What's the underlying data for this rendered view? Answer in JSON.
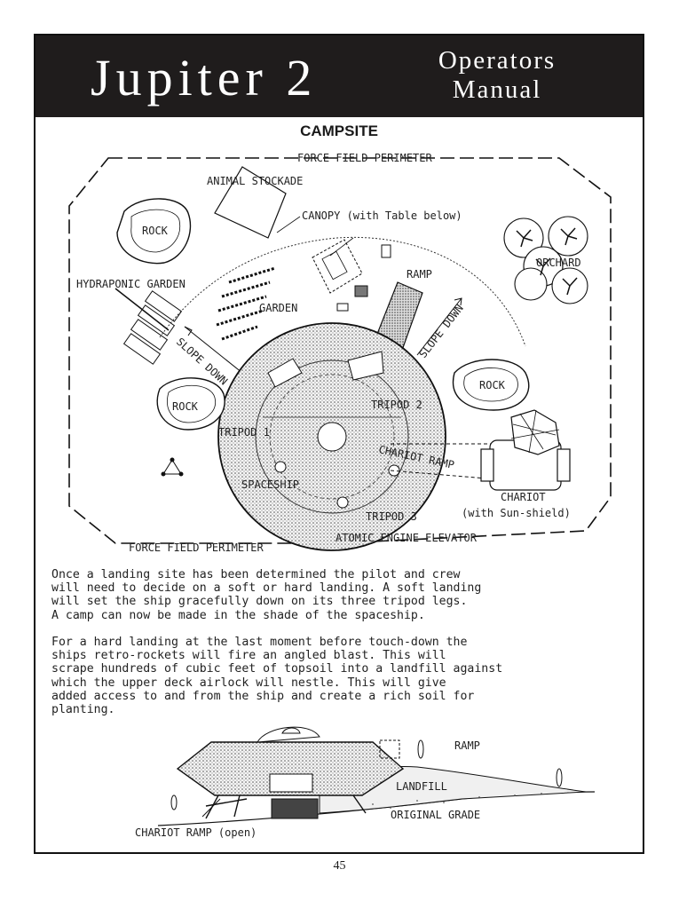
{
  "header": {
    "title": "Jupiter 2",
    "subtitle_line1": "Operators",
    "subtitle_line2": "Manual"
  },
  "section": {
    "title": "CAMPSITE"
  },
  "diagram_labels": {
    "force_field_top": "FORCE FIELD PERIMETER",
    "animal_stockade": "ANIMAL STOCKADE",
    "rock_left_top": "ROCK",
    "canopy": "CANOPY (with Table below)",
    "orchard": "ORCHARD",
    "ramp": "RAMP",
    "hydraponic_garden": "HYDRAPONIC GARDEN",
    "garden": "GARDEN",
    "slope_down_left": "SLOPE DOWN",
    "slope_down_right": "SLOPE DOWN",
    "rock_right": "ROCK",
    "rock_left_bottom": "ROCK",
    "tripod_2": "TRIPOD 2",
    "tripod_1": "TRIPOD 1",
    "chariot_ramp": "CHARIOT RAMP",
    "spaceship": "SPACESHIP",
    "chariot": "CHARIOT",
    "sun_shield": "(with Sun-shield)",
    "tripod_3": "TRIPOD 3",
    "force_field_bottom": "FORCE FIELD PERIMETER",
    "atomic_engine_elevator": "ATOMIC ENGINE ELEVATOR"
  },
  "paragraphs": [
    "Once a landing site has been determined the pilot and crew\nwill need to decide on a soft or hard landing.  A soft landing\nwill set the ship gracefully down on its three tripod legs.\nA camp can now be made in the shade of the spaceship.",
    "For a hard landing at the last moment before touch-down the\nships retro-rockets will fire an angled blast.  This will\nscrape hundreds of cubic feet of topsoil into a landfill against\nwhich the upper deck airlock will nestle.  This will give\nadded access to and from the ship and create a rich soil for\nplanting."
  ],
  "side_view_labels": {
    "ramp": "RAMP",
    "landfill": "LANDFILL",
    "original_grade": "ORIGINAL GRADE",
    "chariot_ramp_open": "CHARIOT RAMP (open)"
  },
  "page_number": "45"
}
